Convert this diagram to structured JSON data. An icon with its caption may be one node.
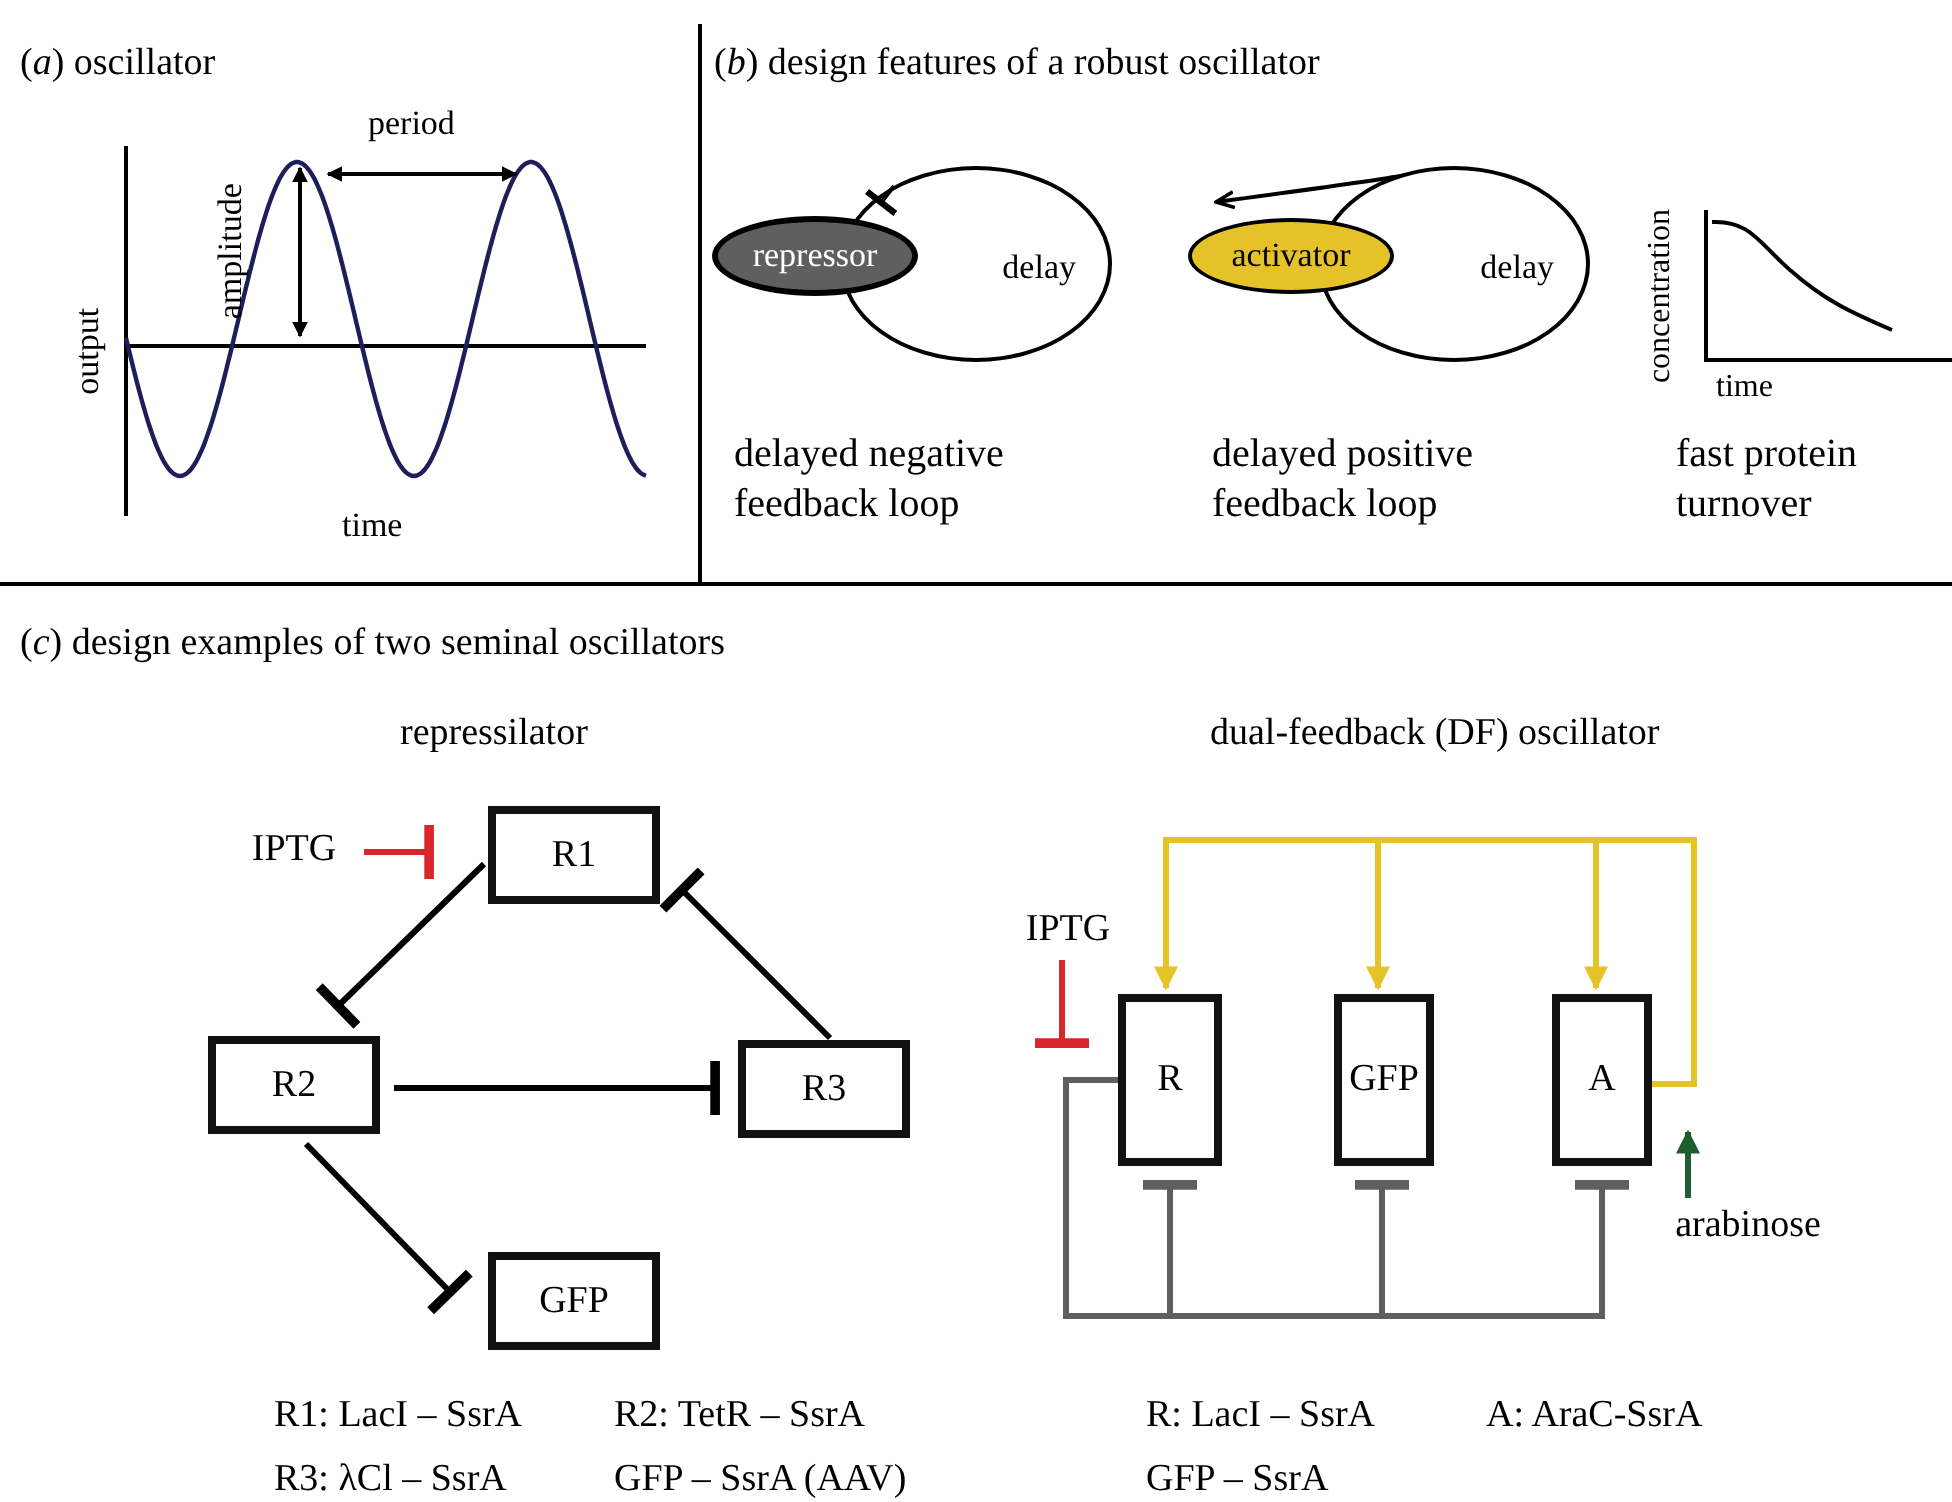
{
  "diagram": {
    "nodes": [
      {
        "text": [
          "repressor"
        ]
      },
      {
        "text": [
          "delay"
        ]
      },
      {
        "text": [
          "activator"
        ]
      },
      {
        "text": [
          "delay"
        ]
      },
      {
        "text": [
          "IPTG"
        ]
      },
      {
        "text": [
          "R1"
        ]
      },
      {
        "text": [
          "R2"
        ]
      },
      {
        "text": [
          "R3"
        ]
      },
      {
        "text": [
          "GFP"
        ]
      },
      {
        "text": [
          "IPTG"
        ]
      },
      {
        "text": [
          "R"
        ]
      },
      {
        "text": [
          "GFP"
        ]
      },
      {
        "text": [
          "A"
        ]
      },
      {
        "text": [
          "arabinose"
        ]
      }
    ],
    "edges": [
      {
        "from": 1,
        "to": 0,
        "arrow": "other"
      },
      {
        "from": 3,
        "to": 2,
        "arrow": "to"
      },
      {
        "from": 4,
        "to": 5,
        "arrow": "other",
        "color": "#d9262b"
      },
      {
        "from": 5,
        "to": 6,
        "arrow": "other"
      },
      {
        "from": 6,
        "to": 7,
        "arrow": "other"
      },
      {
        "from": 7,
        "to": 5,
        "arrow": "other"
      },
      {
        "from": 6,
        "to": 8,
        "arrow": "other"
      },
      {
        "from": 12,
        "to": 10,
        "arrow": "to",
        "color": "#e6c229"
      },
      {
        "from": 12,
        "to": 11,
        "arrow": "to",
        "color": "#e6c229"
      },
      {
        "from": 12,
        "to": 12,
        "arrow": "to",
        "color": "#e6c229"
      },
      {
        "from": 10,
        "to": 10,
        "arrow": "other",
        "color": "#5f5f5f"
      },
      {
        "from": 10,
        "to": 11,
        "arrow": "other",
        "color": "#5f5f5f"
      },
      {
        "from": 10,
        "to": 12,
        "arrow": "other",
        "color": "#5f5f5f"
      },
      {
        "from": 9,
        "to": 10,
        "arrow": "other",
        "color": "#d9262b"
      },
      {
        "from": 13,
        "to": 12,
        "arrow": "to",
        "color": "#1e5e2e"
      }
    ],
    "labels": [
      "(*a*) oscillator",
      "(*b*) design features of a robust oscillator",
      "period",
      "amplitude",
      "output",
      "time",
      "concentration",
      "time",
      "delayed negative feedback loop",
      "delayed positive feedback loop",
      "fast protein turnover",
      "(*c*) design examples of two seminal oscillators",
      "repressilator",
      "dual-feedback (DF) oscillator",
      "R1: LacI – SsrA",
      "R2: TetR – SsrA",
      "R3: λCl – SsrA",
      "GFP – SsrA (AAV)",
      "R: LacI – SsrA",
      "A: AraC-SsrA",
      "GFP – SsrA"
    ]
  }
}
